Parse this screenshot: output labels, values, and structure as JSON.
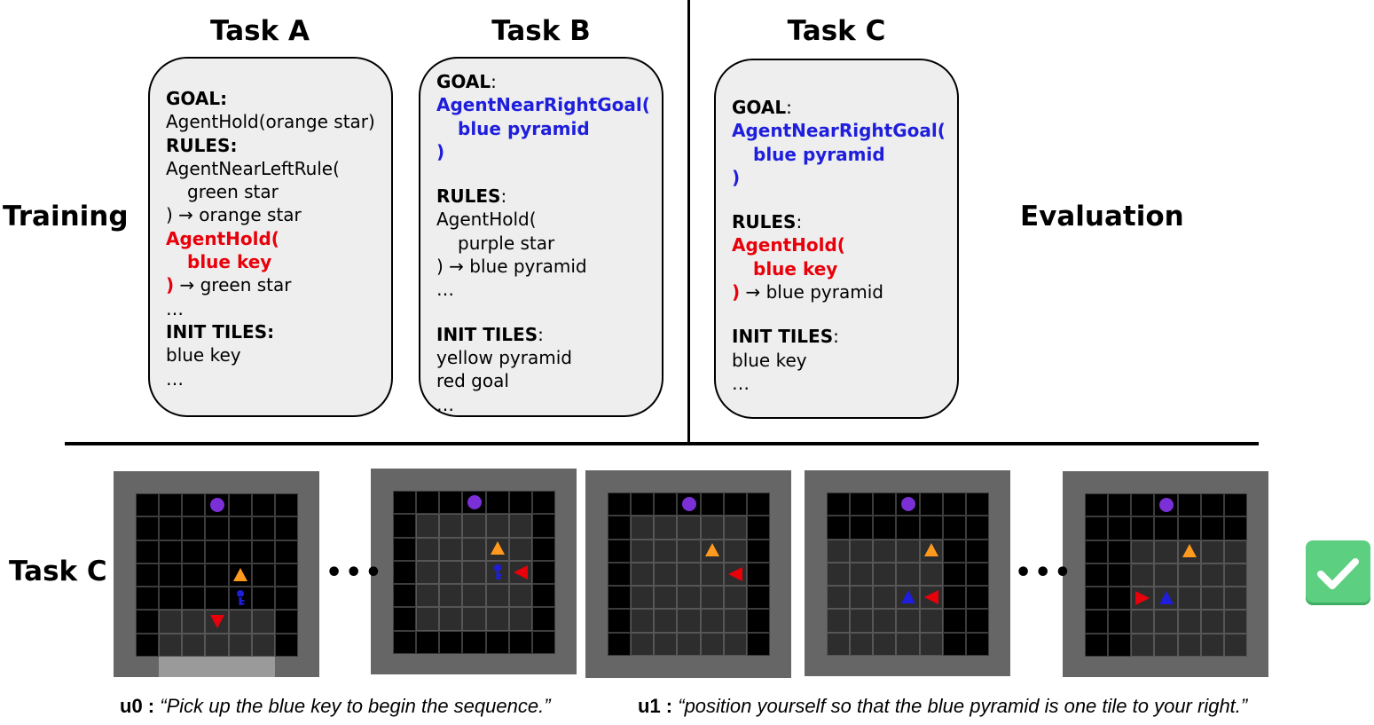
{
  "titles": {
    "task_a": "Task A",
    "task_b": "Task B",
    "task_c": "Task C"
  },
  "labels": {
    "training": "Training",
    "evaluation": "Evaluation",
    "task_c_row": "Task C"
  },
  "card_a": {
    "goal_h": "GOAL:",
    "goal": "AgentHold(orange star)",
    "rules_h": "RULES:",
    "r1": "AgentNearLeftRule(",
    "r2": "green star",
    "r3": ") → orange star",
    "r4": "AgentHold(",
    "r5": "blue key",
    "r6a": ")",
    "r6b": " → green star",
    "ell1": "…",
    "init_h": "INIT TILES:",
    "i1": "blue key",
    "ell2": "…"
  },
  "card_b": {
    "goal_h": "GOAL",
    "colon": ":",
    "g1": "AgentNearRightGoal(",
    "g2": "blue pyramid",
    "g3": ")",
    "rules_h": "RULES",
    "r1": "AgentHold(",
    "r2": "purple star",
    "r3": ") → blue pyramid",
    "ell1": "…",
    "init_h": "INIT TILES",
    "i1": "yellow pyramid",
    "i2": "red goal",
    "ell2": "…"
  },
  "card_c": {
    "goal_h": "GOAL",
    "colon": ":",
    "g1": "AgentNearRightGoal(",
    "g2": "blue pyramid",
    "g3": ")",
    "rules_h": "RULES",
    "r1": "AgentHold(",
    "r2": "blue key",
    "r3a": ")",
    "r3b": " → blue pyramid",
    "init_h": "INIT TILES",
    "i1": "blue key",
    "ell": "…"
  },
  "ellipsis": "•••",
  "captions": {
    "u0_key": "u0 :",
    "u0_text": "“Pick up the blue key to begin the sequence.”",
    "u1_key": "u1 :",
    "u1_text": "“position yourself so that the blue pyramid is one tile to your right.”"
  },
  "colors": {
    "red": "#e8000b",
    "blue": "#1e1edc",
    "orange": "#ff9a1f",
    "purple": "#7b2fd6",
    "frame": "#666666",
    "check_green": "#5ccf80"
  }
}
